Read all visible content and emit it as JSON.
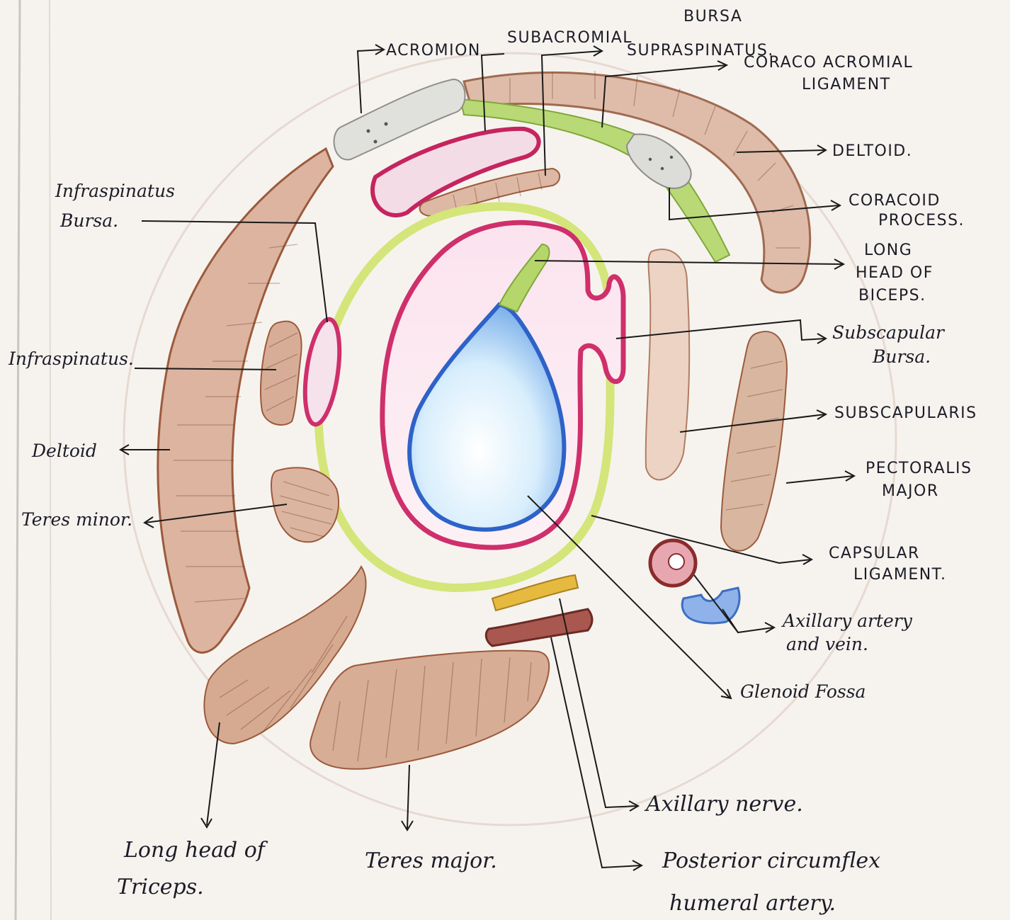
{
  "labels": {
    "acromion": "ACROMION",
    "subacromial_bursa_1": "SUBACROMIAL",
    "subacromial_bursa_2": "BURSA",
    "supraspinatus": "SUPRASPINATUS.",
    "coracoacromial_1": "CORACO ACROMIAL",
    "coracoacromial_2": "LIGAMENT",
    "deltoid_right": "DELTOID.",
    "coracoid_1": "CORACOID",
    "coracoid_2": "PROCESS.",
    "biceps_1": "LONG",
    "biceps_2": "HEAD OF",
    "biceps_3": "BICEPS.",
    "subscap_bursa_1": "Subscapular",
    "subscap_bursa_2": "Bursa.",
    "subscapularis": "SUBSCAPULARIS",
    "pectoralis_1": "PECTORALIS",
    "pectoralis_2": "MAJOR",
    "capsular_1": "CAPSULAR",
    "capsular_2": "LIGAMENT.",
    "axillary_artery_1": "Axillary artery",
    "axillary_artery_2": "and vein.",
    "glenoid": "Glenoid Fossa",
    "infraspinatus_bursa_1": "Infraspinatus",
    "infraspinatus_bursa_2": "Bursa.",
    "infraspinatus": "Infraspinatus.",
    "deltoid_left": "Deltoid",
    "teres_minor": "Teres minor.",
    "long_head_triceps_1": "Long head of",
    "long_head_triceps_2": "Triceps.",
    "teres_major": "Teres major.",
    "axillary_nerve": "Axillary nerve.",
    "post_circ_1": "Posterior circumflex",
    "post_circ_2": "humeral artery."
  },
  "colors": {
    "paper": "#f6f3ee",
    "muscle": "#d9b09b",
    "muscle_edge": "#9c5a3c",
    "bone": "#d8d8d4",
    "bursa": "#cf2f6b",
    "ligament": "#a6cf62",
    "capsule": "#d6e77a",
    "cartilage": "#2e62c8",
    "artery": "#8a2b2b",
    "vein": "#3d6fc2",
    "nerve": "#e0b13a",
    "ink": "#1a1a1a"
  }
}
